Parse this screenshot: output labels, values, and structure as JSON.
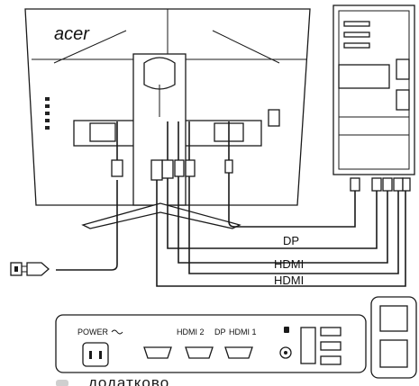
{
  "monitor": {
    "brand": "acer"
  },
  "cable_labels": {
    "dp": "DP",
    "hdmi_a": "HDMI",
    "hdmi_b": "HDMI"
  },
  "port_panel": {
    "power": "POWER",
    "hdmi2": "HDMI 2",
    "dp": "DP",
    "hdmi1": "HDMI 1"
  },
  "caption": "додатково"
}
